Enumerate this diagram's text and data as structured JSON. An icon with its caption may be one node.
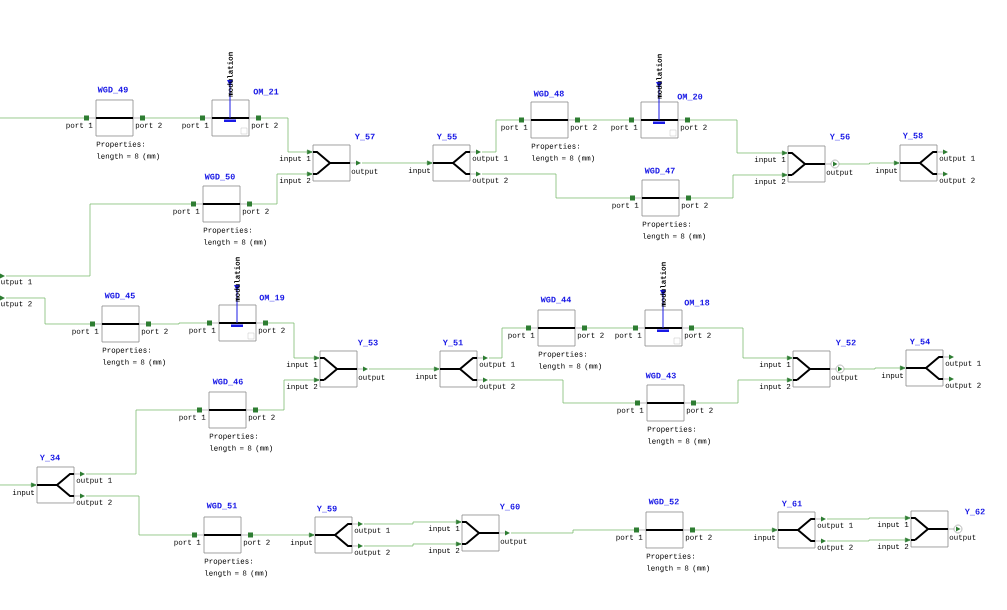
{
  "diagram": {
    "nodes": [
      {
        "text": [
          "WGD_49"
        ],
        "beside": [
          "port 1",
          "port 2",
          "Properties: length = 8 (mm)"
        ]
      },
      {
        "text": [
          "OM_21",
          "port 2"
        ],
        "beside": [
          "modulation",
          "port 1"
        ]
      },
      {
        "text": [
          "Y_57"
        ],
        "beside": [
          "input 1",
          "input 2",
          "output"
        ]
      },
      {
        "text": [
          "Y_55"
        ],
        "beside": [
          "input",
          "output 1",
          "output 2"
        ]
      },
      {
        "text": [
          "WGD_48"
        ],
        "beside": [
          "port 1",
          "port 2",
          "Properties: length = 8 (mm)"
        ]
      },
      {
        "text": [
          "OM_20",
          "port 2"
        ],
        "beside": [
          "modulation",
          "port 1"
        ]
      },
      {
        "text": [
          "WGD_47"
        ],
        "beside": [
          "port 1",
          "port 2",
          "Properties: length = 8 (mm)"
        ]
      },
      {
        "text": [
          "Y_56"
        ],
        "beside": [
          "input 1",
          "input 2",
          "output"
        ]
      },
      {
        "text": [
          "Y_58"
        ],
        "beside": [
          "input",
          "output 1",
          "output 2"
        ]
      },
      {
        "text": [
          "WGD_50"
        ],
        "beside": [
          "port 1",
          "port 2",
          "Properties: length = 8 (mm)"
        ]
      },
      {
        "text": [
          "WGD_45"
        ],
        "beside": [
          "port 1",
          "port 2",
          "Properties: length = 8 (mm)"
        ]
      },
      {
        "text": [
          "OM_19",
          "port 2"
        ],
        "beside": [
          "modulation",
          "port 1"
        ]
      },
      {
        "text": [
          "Y_53"
        ],
        "beside": [
          "input 1",
          "input 2",
          "output"
        ]
      },
      {
        "text": [
          "Y_51"
        ],
        "beside": [
          "input",
          "output 1",
          "output 2"
        ]
      },
      {
        "text": [
          "WGD_44"
        ],
        "beside": [
          "port 1",
          "port 2",
          "Properties: length = 8 (mm)"
        ]
      },
      {
        "text": [
          "OM_18",
          "port 2"
        ],
        "beside": [
          "modulation",
          "port 1"
        ]
      },
      {
        "text": [
          "WGD_43"
        ],
        "beside": [
          "port 1",
          "port 2",
          "Properties: length = 8 (mm)"
        ]
      },
      {
        "text": [
          "Y_52"
        ],
        "beside": [
          "input 1",
          "input 2",
          "output"
        ]
      },
      {
        "text": [
          "Y_54"
        ],
        "beside": [
          "input",
          "output 1",
          "output 2"
        ]
      },
      {
        "text": [
          "WGD_46"
        ],
        "beside": [
          "port 1",
          "port 2",
          "Properties: length = 8 (mm)"
        ]
      },
      {
        "text": [
          "Y_34"
        ],
        "beside": [
          "input",
          "output 1",
          "output 2"
        ]
      },
      {
        "text": [
          "WGD_51"
        ],
        "beside": [
          "port 1",
          "port 2",
          "Properties: length = 8 (mm)"
        ]
      },
      {
        "text": [
          "Y_59"
        ],
        "beside": [
          "input",
          "output 1",
          "output 2"
        ]
      },
      {
        "text": [
          "Y_60"
        ],
        "beside": [
          "input 1",
          "input 2",
          "output"
        ]
      },
      {
        "text": [
          "WGD_52"
        ],
        "beside": [
          "port 1",
          "port 2",
          "Properties: length = 8 (mm)"
        ]
      },
      {
        "text": [
          "Y_61"
        ],
        "beside": [
          "input",
          "output 1",
          "output 2"
        ]
      },
      {
        "text": [
          "Y_62"
        ],
        "beside": [
          "input 1",
          "input 2",
          "output"
        ]
      },
      {
        "text": [
          "utput 1"
        ]
      },
      {
        "text": [
          "utput 2"
        ]
      }
    ],
    "edges": [
      {
        "from": null,
        "to": 0,
        "arrow": "none"
      },
      {
        "from": 0,
        "to": 1,
        "arrow": "none"
      },
      {
        "from": 1,
        "to": 2,
        "arrow": "to"
      },
      {
        "from": 9,
        "to": 2,
        "arrow": "to"
      },
      {
        "from": 2,
        "to": 3,
        "arrow": "to"
      },
      {
        "from": 3,
        "to": 4,
        "arrow": "none"
      },
      {
        "from": 4,
        "to": 5,
        "arrow": "none"
      },
      {
        "from": 5,
        "to": 7,
        "arrow": "to"
      },
      {
        "from": 3,
        "to": 6,
        "arrow": "none"
      },
      {
        "from": 6,
        "to": 7,
        "arrow": "to"
      },
      {
        "from": 7,
        "to": 8,
        "arrow": "to"
      },
      {
        "from": 27,
        "to": 9,
        "arrow": "none"
      },
      {
        "from": 28,
        "to": 10,
        "arrow": "none"
      },
      {
        "from": 10,
        "to": 11,
        "arrow": "none"
      },
      {
        "from": 11,
        "to": 12,
        "arrow": "to"
      },
      {
        "from": 19,
        "to": 12,
        "arrow": "to"
      },
      {
        "from": 12,
        "to": 13,
        "arrow": "to"
      },
      {
        "from": 13,
        "to": 14,
        "arrow": "none"
      },
      {
        "from": 14,
        "to": 15,
        "arrow": "none"
      },
      {
        "from": 15,
        "to": 17,
        "arrow": "to"
      },
      {
        "from": 13,
        "to": 16,
        "arrow": "none"
      },
      {
        "from": 16,
        "to": 17,
        "arrow": "to"
      },
      {
        "from": 17,
        "to": 18,
        "arrow": "to"
      },
      {
        "from": 20,
        "to": 19,
        "arrow": "none"
      },
      {
        "from": 20,
        "to": 21,
        "arrow": "none"
      },
      {
        "from": 21,
        "to": 22,
        "arrow": "to"
      },
      {
        "from": 22,
        "to": 23,
        "arrow": "to"
      },
      {
        "from": 22,
        "to": 23,
        "arrow": "to"
      },
      {
        "from": 23,
        "to": 24,
        "arrow": "none"
      },
      {
        "from": 24,
        "to": 25,
        "arrow": "to"
      },
      {
        "from": 25,
        "to": 26,
        "arrow": "to"
      },
      {
        "from": 25,
        "to": 26,
        "arrow": "to"
      },
      {
        "from": null,
        "to": 20,
        "arrow": "to"
      }
    ]
  }
}
